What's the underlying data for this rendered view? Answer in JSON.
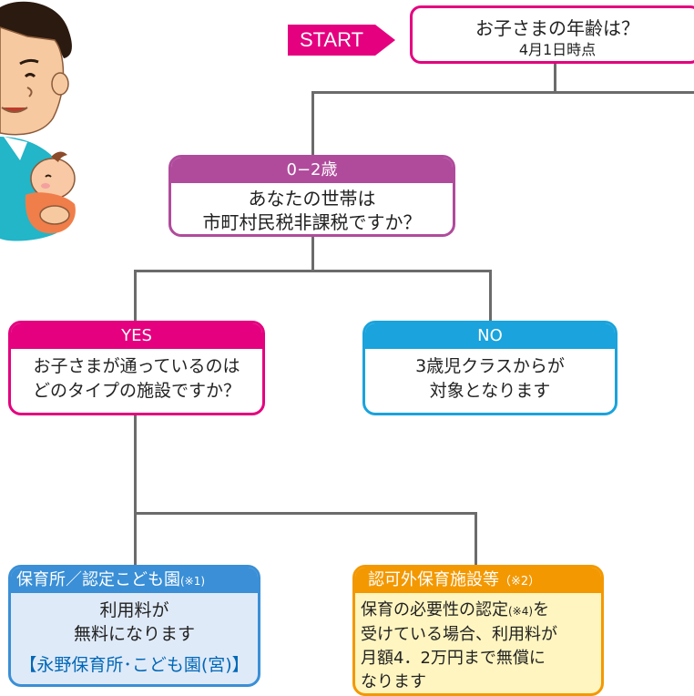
{
  "start": {
    "label": "START"
  },
  "question": {
    "title": "お子さまの年齢は？",
    "subtitle": "4月1日時点"
  },
  "age_box": {
    "header": "0−2歳",
    "line1": "あなたの世帯は",
    "line2": "市町村民税非課税ですか？"
  },
  "yes_box": {
    "header": "YES",
    "line1": "お子さまが通っているのは",
    "line2": "どのタイプの施設ですか？"
  },
  "no_box": {
    "header": "NO",
    "line1": "3歳児クラスからが",
    "line2": "対象となります"
  },
  "nursery_box": {
    "header": "保育所／認定こども園",
    "header_note": "(※1)",
    "line1": "利用料が",
    "line2": "無料になります",
    "link": "【永野保育所･こども園(宮)】"
  },
  "unlicensed_box": {
    "header": "認可外保育施設等",
    "header_note": "（※2）",
    "line1a": "保育の必要性の認定",
    "line1_note": "(※4)",
    "line1b": "を",
    "line2": "受けている場合、利用料が",
    "line3": "月額4．2万円まで無償に",
    "line4": "なります"
  },
  "colors": {
    "magenta": "#e4007f",
    "purple": "#b04b9c",
    "cyan": "#1aa3dc",
    "orange": "#f39800",
    "blue": "#3a8fd6",
    "link_blue": "#0068b7",
    "light_blue_fill": "#dfeaf8",
    "light_yellow_fill": "#fff5c0"
  },
  "illustration": {
    "icon": "father-holding-baby-icon"
  }
}
